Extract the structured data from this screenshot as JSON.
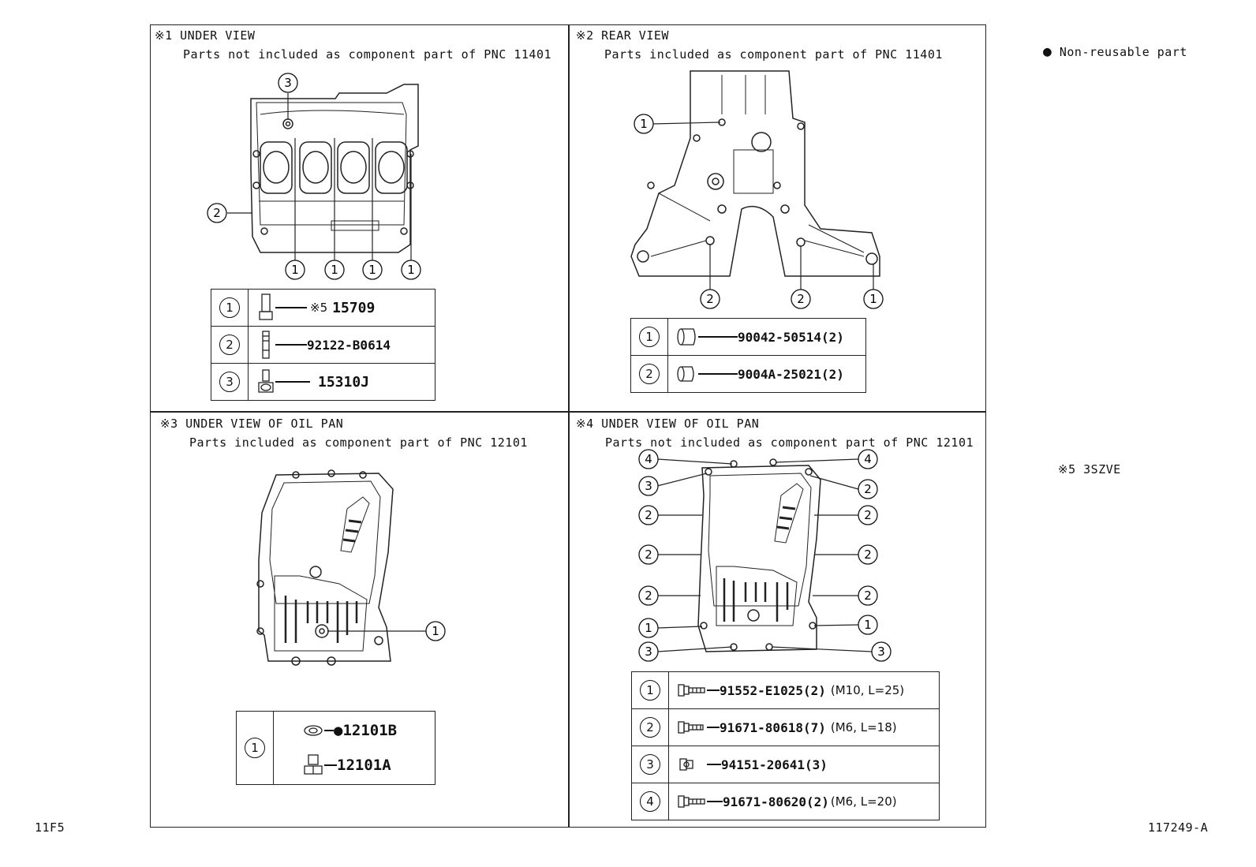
{
  "legend": {
    "bullet": "●",
    "label": "Non-reusable part"
  },
  "footnote5": "※5 3SZVE",
  "page_codes": {
    "left": "11F5",
    "right": "117249-A"
  },
  "panels": [
    {
      "title": "※1 UNDER VIEW",
      "subtitle": "Parts not included as component part of PNC 11401",
      "rows": [
        {
          "num": "1",
          "prefix": "※5",
          "part": "15709",
          "note": ""
        },
        {
          "num": "2",
          "prefix": "",
          "part": "92122-B0614",
          "note": ""
        },
        {
          "num": "3",
          "prefix": "",
          "part": "15310J",
          "note": ""
        }
      ]
    },
    {
      "title": "※2 REAR VIEW",
      "subtitle": "Parts included as component part of PNC 11401",
      "rows": [
        {
          "num": "1",
          "part": "90042-50514(2)",
          "note": ""
        },
        {
          "num": "2",
          "part": "9004A-25021(2)",
          "note": ""
        }
      ]
    },
    {
      "title": "※3 UNDER VIEW OF OIL PAN",
      "subtitle": "Parts included as component part of PNC 12101",
      "rows": [
        {
          "num": "1",
          "parts": [
            "●12101B",
            "12101A"
          ]
        }
      ]
    },
    {
      "title": "※4 UNDER VIEW OF OIL PAN",
      "subtitle": "Parts not included as component part of PNC 12101",
      "rows": [
        {
          "num": "1",
          "part": "91552-E1025(2)",
          "note": "(M10, L=25)"
        },
        {
          "num": "2",
          "part": "91671-80618(7)",
          "note": "(M6, L=18)"
        },
        {
          "num": "3",
          "part": "94151-20641(3)",
          "note": ""
        },
        {
          "num": "4",
          "part": "91671-80620(2)",
          "note": "(M6, L=20)"
        }
      ]
    }
  ],
  "callouts": {
    "p1": [
      "3",
      "2",
      "1",
      "1",
      "1",
      "1"
    ],
    "p2": [
      "1",
      "2",
      "2",
      "1"
    ],
    "p3": [
      "1"
    ],
    "p4": [
      "4",
      "4",
      "3",
      "2",
      "2",
      "2",
      "2",
      "2",
      "2",
      "2",
      "1",
      "1",
      "3",
      "3"
    ]
  }
}
